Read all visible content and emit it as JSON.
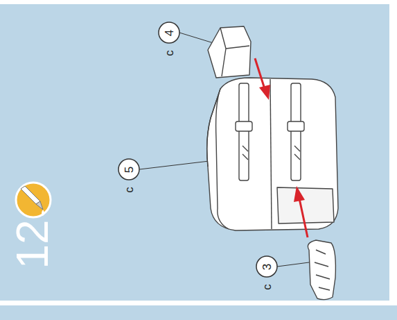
{
  "diagram": {
    "labels": [
      "12",
      "5",
      "c",
      "4",
      "c",
      "3",
      "c"
    ]
  }
}
